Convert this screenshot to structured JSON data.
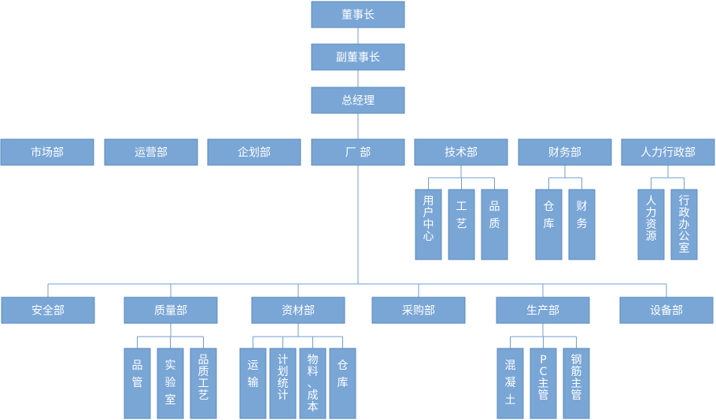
{
  "nodes": [
    {
      "id": "chairman",
      "text": "董事长"
    },
    {
      "id": "vice_chairman",
      "text": "副董事长"
    },
    {
      "id": "general_manager",
      "text": "总经理"
    },
    {
      "id": "marketing",
      "text": "市场部"
    },
    {
      "id": "operations",
      "text": "运营部"
    },
    {
      "id": "planning",
      "text": "企划部"
    },
    {
      "id": "factory",
      "text": "厂 部"
    },
    {
      "id": "technology",
      "text": "技术部"
    },
    {
      "id": "finance",
      "text": "财务部"
    },
    {
      "id": "hr_admin",
      "text": "人力行政部"
    },
    {
      "id": "tech_user_center",
      "text": "用户中心"
    },
    {
      "id": "tech_process",
      "text": "工艺"
    },
    {
      "id": "tech_quality",
      "text": "品质"
    },
    {
      "id": "fin_warehouse",
      "text": "仓库"
    },
    {
      "id": "fin_finance",
      "text": "财务"
    },
    {
      "id": "hr_resources",
      "text": "人力资源"
    },
    {
      "id": "hr_office",
      "text": "行政办公室"
    },
    {
      "id": "safety",
      "text": "安全部"
    },
    {
      "id": "quality",
      "text": "质量部"
    },
    {
      "id": "materials",
      "text": "资材部"
    },
    {
      "id": "purchasing",
      "text": "采购部"
    },
    {
      "id": "production",
      "text": "生产部"
    },
    {
      "id": "equipment",
      "text": "设备部"
    },
    {
      "id": "q_quality_control",
      "text": "品管"
    },
    {
      "id": "q_lab",
      "text": "实验室"
    },
    {
      "id": "q_quality_process",
      "text": "品质工艺"
    },
    {
      "id": "m_transport",
      "text": "运输"
    },
    {
      "id": "m_planning_stats",
      "text": "计划统计"
    },
    {
      "id": "m_material_cost",
      "text": "物料、成本"
    },
    {
      "id": "m_warehouse",
      "text": "仓库"
    },
    {
      "id": "p_concrete",
      "text": "混凝土"
    },
    {
      "id": "p_pc_supervisor",
      "text": "PC主管"
    },
    {
      "id": "p_rebar_supervisor",
      "text": "钢筋主管"
    }
  ],
  "edges": [
    [
      "chairman",
      "vice_chairman"
    ],
    [
      "vice_chairman",
      "general_manager"
    ],
    [
      "general_manager",
      "factory"
    ],
    [
      "technology",
      "tech_user_center"
    ],
    [
      "technology",
      "tech_process"
    ],
    [
      "technology",
      "tech_quality"
    ],
    [
      "finance",
      "fin_warehouse"
    ],
    [
      "finance",
      "fin_finance"
    ],
    [
      "hr_admin",
      "hr_resources"
    ],
    [
      "hr_admin",
      "hr_office"
    ],
    [
      "factory",
      "safety"
    ],
    [
      "factory",
      "quality"
    ],
    [
      "factory",
      "materials"
    ],
    [
      "factory",
      "purchasing"
    ],
    [
      "factory",
      "production"
    ],
    [
      "factory",
      "equipment"
    ],
    [
      "quality",
      "q_quality_control"
    ],
    [
      "quality",
      "q_lab"
    ],
    [
      "quality",
      "q_quality_process"
    ],
    [
      "materials",
      "m_transport"
    ],
    [
      "materials",
      "m_planning_stats"
    ],
    [
      "materials",
      "m_material_cost"
    ],
    [
      "materials",
      "m_warehouse"
    ],
    [
      "production",
      "p_concrete"
    ],
    [
      "production",
      "p_pc_supervisor"
    ],
    [
      "production",
      "p_rebar_supervisor"
    ]
  ],
  "colors": {
    "box_fill": "#7aa6d6",
    "box_border": "#5b89bd",
    "line": "#6f9fd0",
    "text": "#ffffff"
  }
}
